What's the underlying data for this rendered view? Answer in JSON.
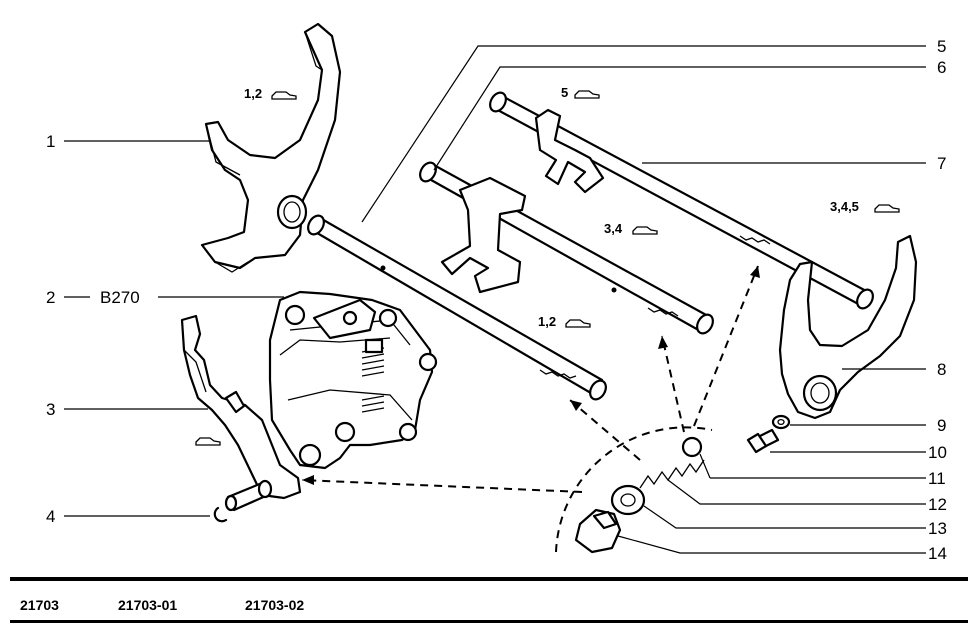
{
  "callouts": [
    {
      "num": "1"
    },
    {
      "num": "2",
      "code": "B270"
    },
    {
      "num": "3"
    },
    {
      "num": "4"
    },
    {
      "num": "5"
    },
    {
      "num": "6"
    },
    {
      "num": "7"
    },
    {
      "num": "8"
    },
    {
      "num": "9"
    },
    {
      "num": "10"
    },
    {
      "num": "11"
    },
    {
      "num": "12"
    },
    {
      "num": "13"
    },
    {
      "num": "14"
    }
  ],
  "gear_labels": {
    "fork_12": "1,2",
    "rod_5": "5",
    "rod_34": "3,4",
    "fork_345": "3,4,5",
    "rod_12": "1,2"
  },
  "footer": {
    "codes": [
      "21703",
      "21703-01",
      "21703-02"
    ]
  }
}
